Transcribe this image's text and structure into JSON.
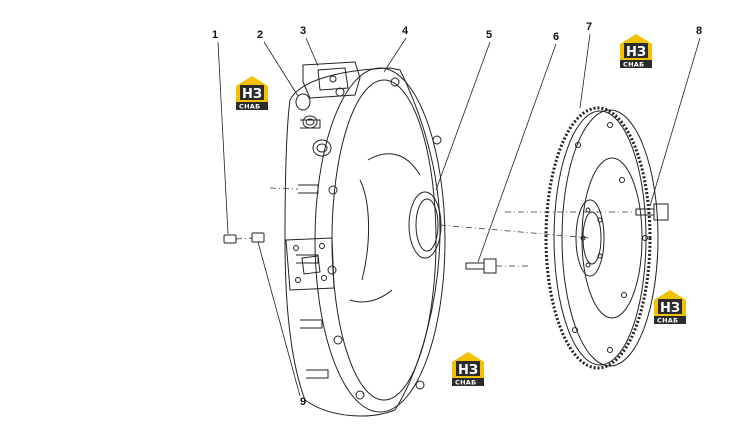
{
  "callouts": [
    {
      "id": "callout-1",
      "label": "1"
    },
    {
      "id": "callout-2",
      "label": "2"
    },
    {
      "id": "callout-3",
      "label": "3"
    },
    {
      "id": "callout-4",
      "label": "4"
    },
    {
      "id": "callout-5",
      "label": "5"
    },
    {
      "id": "callout-6",
      "label": "6"
    },
    {
      "id": "callout-7",
      "label": "7"
    },
    {
      "id": "callout-8",
      "label": "8"
    },
    {
      "id": "callout-9",
      "label": "9"
    }
  ],
  "watermark": {
    "big": "НЗ",
    "small": "СНАБ"
  },
  "colors": {
    "line": "#222222",
    "logo_yellow": "#f2c200",
    "logo_dark": "#2b2b2b"
  }
}
